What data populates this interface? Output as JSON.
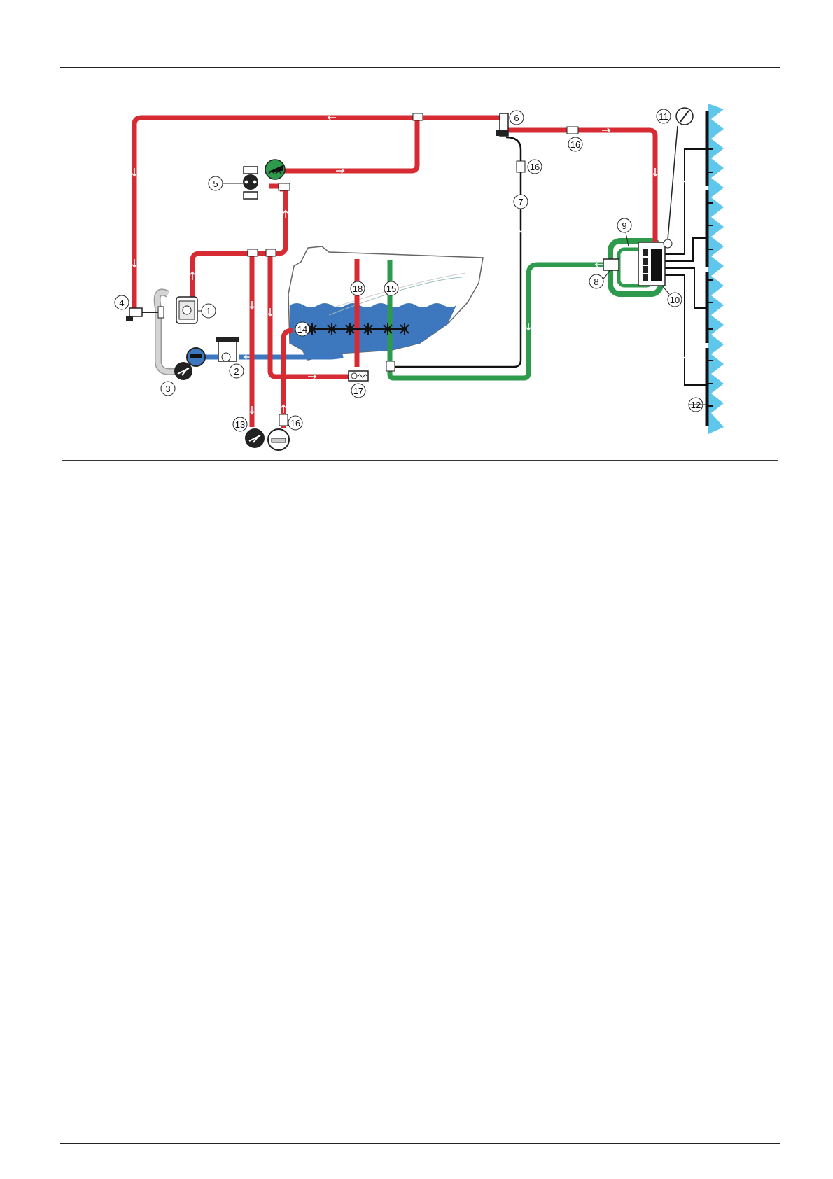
{
  "colors": {
    "pressure_line": "#d62b32",
    "suction_line": "#3d77c0",
    "return_line": "#2e9a4b",
    "control_line": "#222222",
    "flexible_hose": "#c8c8c8",
    "tank_liquid": "#3d78be",
    "nozzle_spray": "#5fc6ec"
  },
  "callouts": [
    "1",
    "2",
    "3",
    "4",
    "5",
    "6",
    "7",
    "8",
    "9",
    "10",
    "11",
    "12",
    "13",
    "14",
    "15",
    "16",
    "16",
    "16",
    "17",
    "18"
  ],
  "icons": [
    "gauge-icon",
    "pump-icon",
    "filter-icon",
    "valve-icon",
    "nozzle-icon"
  ]
}
